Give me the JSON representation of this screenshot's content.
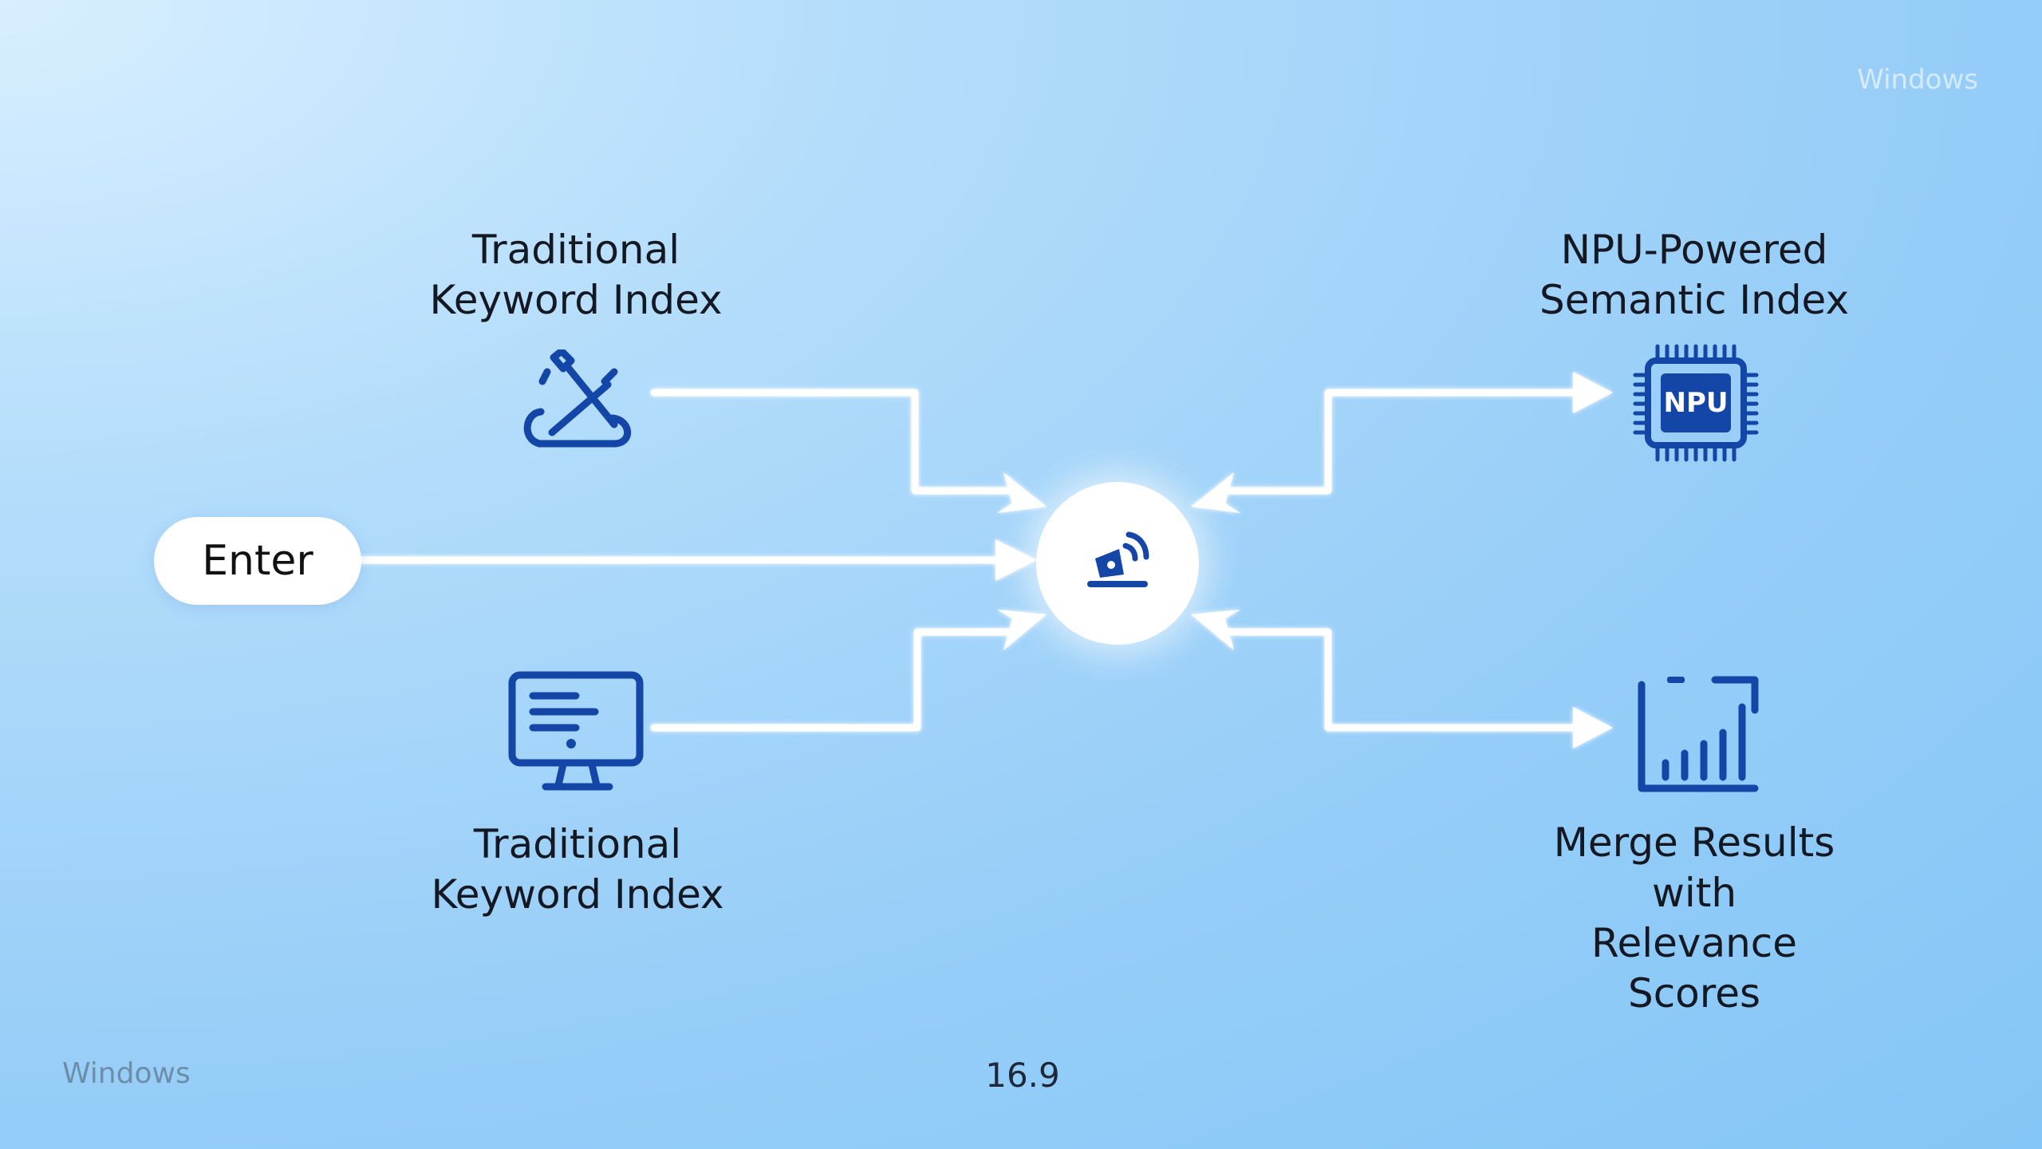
{
  "watermark": "Windows",
  "footer": {
    "left": "Windows",
    "center": "16.9"
  },
  "nodes": {
    "enter": "Enter",
    "top_left": "Traditional\nKeyword Index",
    "bottom_left": "Traditional\nKeyword Index",
    "top_right": "NPU-Powered\nSemantic Index",
    "bottom_right": "Merge Results with\nRelevance Scores",
    "npu_chip_text": "NPU"
  },
  "icons": {
    "top_left": "tools-cloud-icon",
    "bottom_left": "monitor-document-icon",
    "hub": "search-broadcast-icon",
    "top_right": "npu-chip-icon",
    "bottom_right": "bar-chart-icon"
  },
  "colors": {
    "icon_blue": "#1446a8",
    "arrow": "#ffffff"
  }
}
